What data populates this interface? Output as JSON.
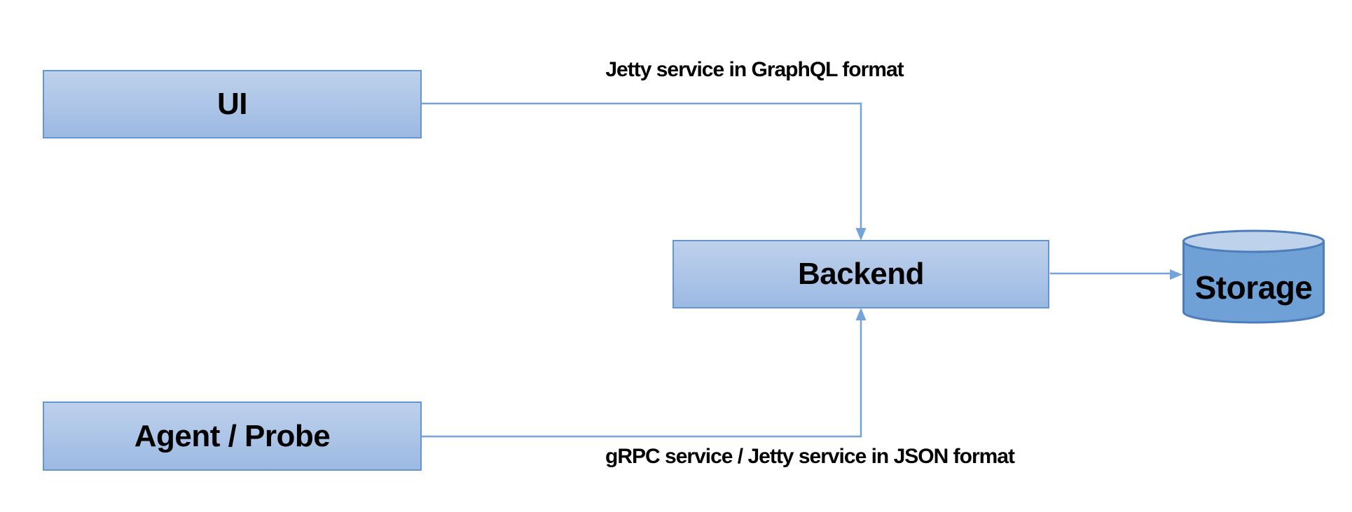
{
  "diagram": {
    "nodes": [
      {
        "id": "ui",
        "label": "UI",
        "shape": "rectangle"
      },
      {
        "id": "agent-probe",
        "label": "Agent / Probe",
        "shape": "rectangle"
      },
      {
        "id": "backend",
        "label": "Backend",
        "shape": "rectangle"
      },
      {
        "id": "storage",
        "label": "Storage",
        "shape": "cylinder"
      }
    ],
    "edges": [
      {
        "from": "ui",
        "to": "backend",
        "label": "Jetty service in GraphQL format",
        "arrow_enters": "backend-top"
      },
      {
        "from": "agent-probe",
        "to": "backend",
        "label": "gRPC service / Jetty service in JSON format",
        "arrow_enters": "backend-bottom"
      },
      {
        "from": "backend",
        "to": "storage",
        "arrow_enters": "storage-left"
      }
    ],
    "colors": {
      "node_fill_top": "#bed1ec",
      "node_fill_bottom": "#9cb9e2",
      "node_border": "#6496d2",
      "connector": "#74a3da",
      "cylinder_body": "#6fa0d6",
      "cylinder_top": "#bfd2ec",
      "cylinder_border": "#4d7dba",
      "label_text": "#000000",
      "background": "#ffffff"
    }
  }
}
